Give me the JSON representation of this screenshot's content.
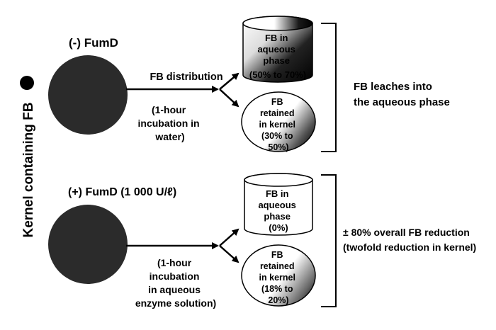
{
  "side_label": "Kernel containing FB",
  "top": {
    "condition_label": "(-) FumD",
    "arrow_label": "FB distribution",
    "incubation": [
      "(1-hour",
      "incubation in",
      "water)"
    ],
    "cylinder_text": [
      "FB in",
      "aqueous",
      "phase",
      "(50% to 70%)"
    ],
    "kernel_text": [
      "FB",
      "retained",
      "in kernel",
      "(30% to",
      "50%)"
    ],
    "result": [
      "FB leaches into",
      "the aqueous phase"
    ]
  },
  "bottom": {
    "condition_label": "(+) FumD (1 000 U/ℓ)",
    "incubation": [
      "(1-hour",
      "incubation",
      "in aqueous",
      "enzyme solution)"
    ],
    "cylinder_text": [
      "FB in",
      "aqueous",
      "phase",
      "(0%)"
    ],
    "kernel_text": [
      "FB",
      "retained",
      "in kernel",
      "(18% to",
      "20%)"
    ],
    "result": [
      "± 80% overall FB reduction",
      "(twofold reduction in kernel)"
    ]
  },
  "colors": {
    "kernel": "#2b2b2b",
    "dark": "#000000",
    "light": "#ffffff",
    "stroke": "#000000"
  },
  "icons": [
    "bullet-dot-icon",
    "kernel-circle-icon",
    "arrow-icon",
    "cylinder-icon",
    "bracket-icon"
  ]
}
